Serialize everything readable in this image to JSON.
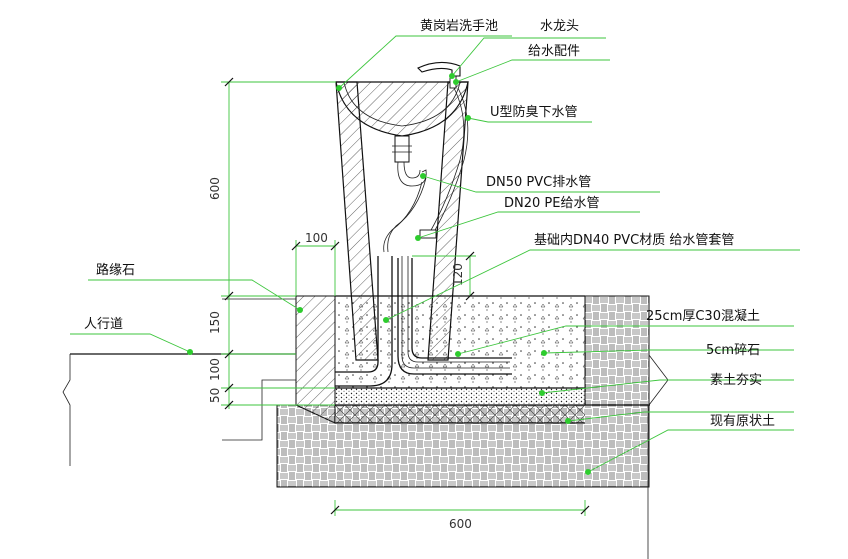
{
  "labels": {
    "basin": "黄岗岩洗手池",
    "faucet": "水龙头",
    "supply_fitting": "给水配件",
    "u_trap": "U型防臭下水管",
    "drain_pipe": "DN50 PVC排水管",
    "supply_pipe": "DN20 PE给水管",
    "sleeve": "基础内DN40 PVC材质 给水管套管",
    "curb": "路缘石",
    "sidewalk": "人行道",
    "concrete": "25cm厚C30混凝土",
    "gravel": "5cm碎石",
    "compacted_soil": "素土夯实",
    "existing_soil": "现有原状土"
  },
  "dimensions": {
    "top_width": "100",
    "pipe_height": "120",
    "height_600": "600",
    "layer_150": "150",
    "layer_100": "100",
    "layer_50": "50",
    "bottom_width": "600"
  },
  "colors": {
    "line": "#111111",
    "leader": "#3ec63e",
    "dot": "#2ecc2e"
  }
}
